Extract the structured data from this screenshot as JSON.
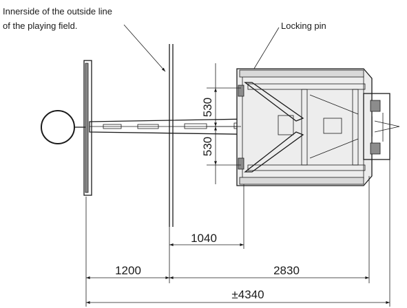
{
  "callouts": {
    "innerside_line1": "Innerside of the outside line",
    "innerside_line2": "of the playing field.",
    "locking_pin": "Locking pin"
  },
  "dimensions": {
    "upper_half_width": "530",
    "lower_half_width": "530",
    "field_to_pin": "1040",
    "board_to_field": "1200",
    "field_to_rear": "2830",
    "overall_length": "±4340"
  },
  "icons": {
    "hoop": "basketball-hoop-ring-icon",
    "backboard": "backboard-icon",
    "base": "mobile-base-frame-icon"
  }
}
